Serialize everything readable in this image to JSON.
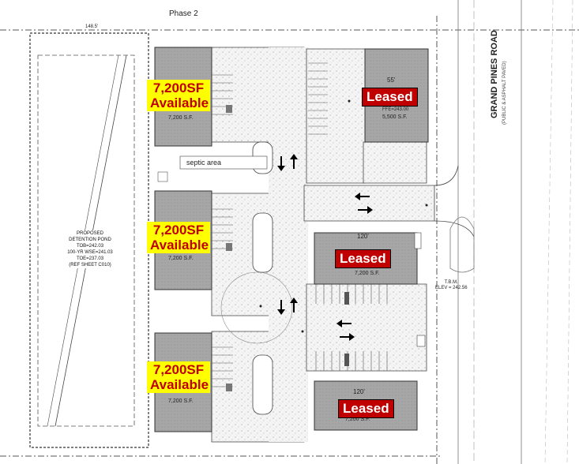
{
  "header": {
    "phase_label": "Phase 2"
  },
  "pond": {
    "lines": [
      "PROPOSED",
      "DETENTION POND",
      "TOB=242.03",
      "100-YR WSE=241.03",
      "TOE=237.03",
      "(REF SHEET C010)"
    ]
  },
  "buildings": [
    {
      "id": "bldg-1",
      "area": "7,200 S.F.",
      "size_label": "7,200SF",
      "status_label": "Available"
    },
    {
      "id": "bldg-2",
      "area": "7,200 S.F.",
      "size_label": "7,200SF",
      "status_label": "Available"
    },
    {
      "id": "bldg-3",
      "area": "7,200 S.F.",
      "size_label": "7,200SF",
      "status_label": "Available"
    },
    {
      "id": "bldg-4",
      "area": "5,500 S.F.",
      "status_label": "Leased",
      "ffe": "FFE=243.00",
      "dim": "55'"
    },
    {
      "id": "bldg-5",
      "area": "7,200 S.F.",
      "status_label": "Leased",
      "dim": "120'"
    },
    {
      "id": "bldg-6",
      "area": "7,200 S.F.",
      "status_label": "Leased",
      "dim": "120'"
    }
  ],
  "septic": {
    "label": "septic area"
  },
  "road": {
    "name": "GRAND PINES ROAD",
    "detail": "(PUBLIC & ASPHALT PAVED)"
  },
  "benchmark": {
    "line1": "T.B.M.",
    "line2": "ELEV = 242.56"
  },
  "dimensions": {
    "top_width": "148.5'"
  },
  "colors": {
    "highlight": "#ffff00",
    "available_text": "#c00000",
    "leased_bg": "#c00000",
    "building_fill": "#a6a6a6"
  }
}
